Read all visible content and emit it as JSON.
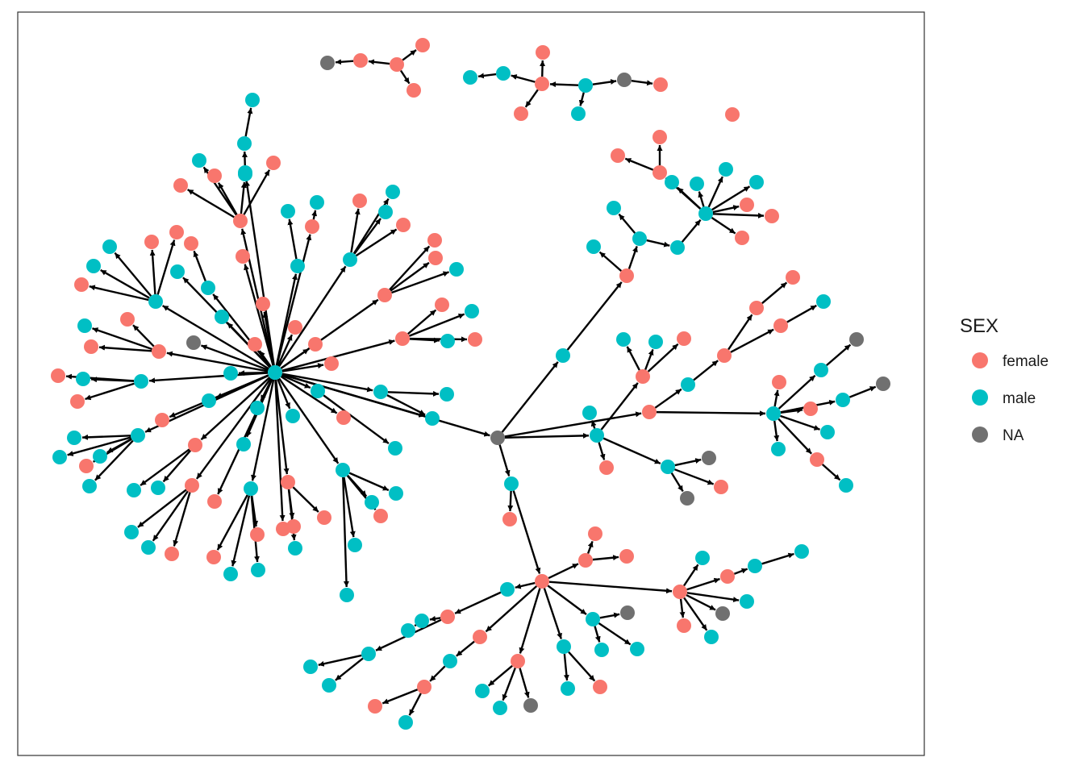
{
  "legend": {
    "title": "SEX",
    "items": [
      {
        "label": "female",
        "color": "#F8766D"
      },
      {
        "label": "male",
        "color": "#00BFC4"
      },
      {
        "label": "NA",
        "color": "#707070"
      }
    ]
  },
  "colors": {
    "female": "#F8766D",
    "male": "#00BFC4",
    "NA": "#707070",
    "edge": "#000000",
    "panel_border": "#333333"
  },
  "network": {
    "directed": true,
    "node_count": 176,
    "sex_counts": {
      "female": 78,
      "male": 88,
      "NA": 10
    }
  }
}
